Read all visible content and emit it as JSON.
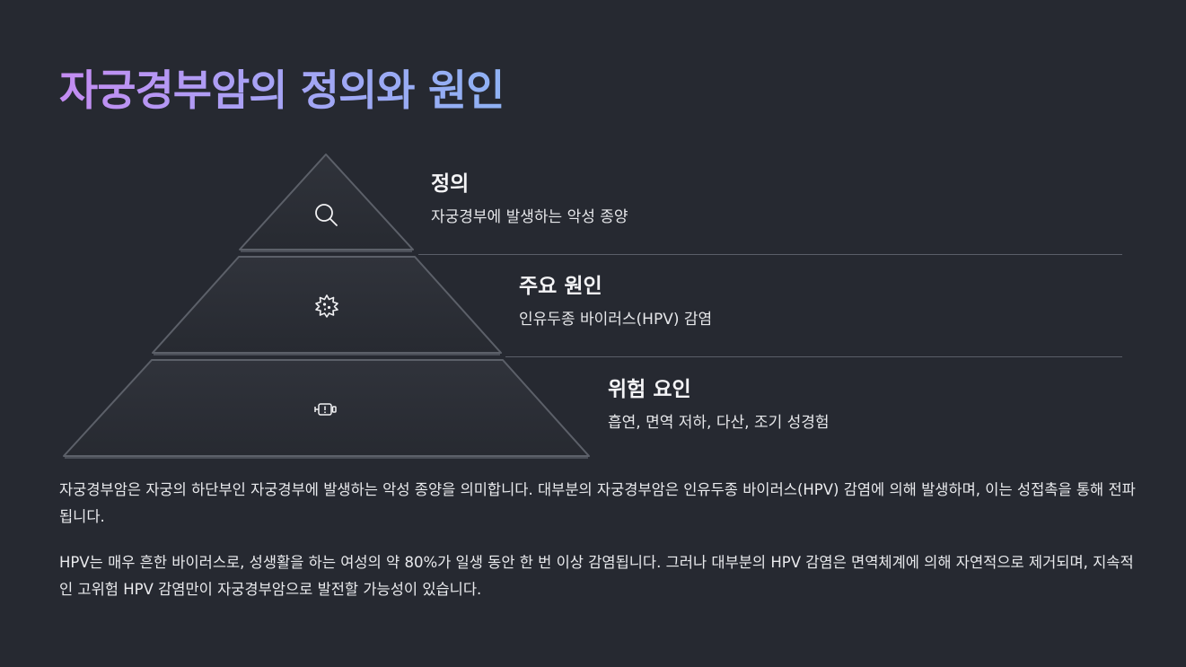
{
  "title": "자궁경부암의 정의와 원인",
  "tiers": [
    {
      "icon": "search-icon",
      "heading": "정의",
      "description": "자궁경부에 발생하는 악성 종양"
    },
    {
      "icon": "virus-gear-icon",
      "heading": "주요 원인",
      "description": "인유두종 바이러스(HPV) 감염"
    },
    {
      "icon": "engine-warning-icon",
      "heading": "위험 요인",
      "description": "흡연, 면역 저하, 다산, 조기 성경험"
    }
  ],
  "paragraphs": [
    "자궁경부암은 자궁의 하단부인 자궁경부에 발생하는 악성 종양을 의미합니다. 대부분의 자궁경부암은 인유두종 바이러스(HPV) 감염에 의해 발생하며, 이는 성접촉을 통해 전파됩니다.",
    "HPV는 매우 흔한 바이러스로, 성생활을 하는 여성의 약 80%가 일생 동안 한 번 이상 감염됩니다. 그러나 대부분의 HPV 감염은 면역체계에 의해 자연적으로 제거되며, 지속적인 고위험 HPV 감염만이 자궁경부암으로 발전할 가능성이 있습니다."
  ],
  "colors": {
    "background": "#262931",
    "pyramid_fill": "#2b2e36",
    "pyramid_edge": "#5c6069",
    "title_gradient_start": "#c48cf2",
    "title_gradient_end": "#8fb2f4"
  }
}
